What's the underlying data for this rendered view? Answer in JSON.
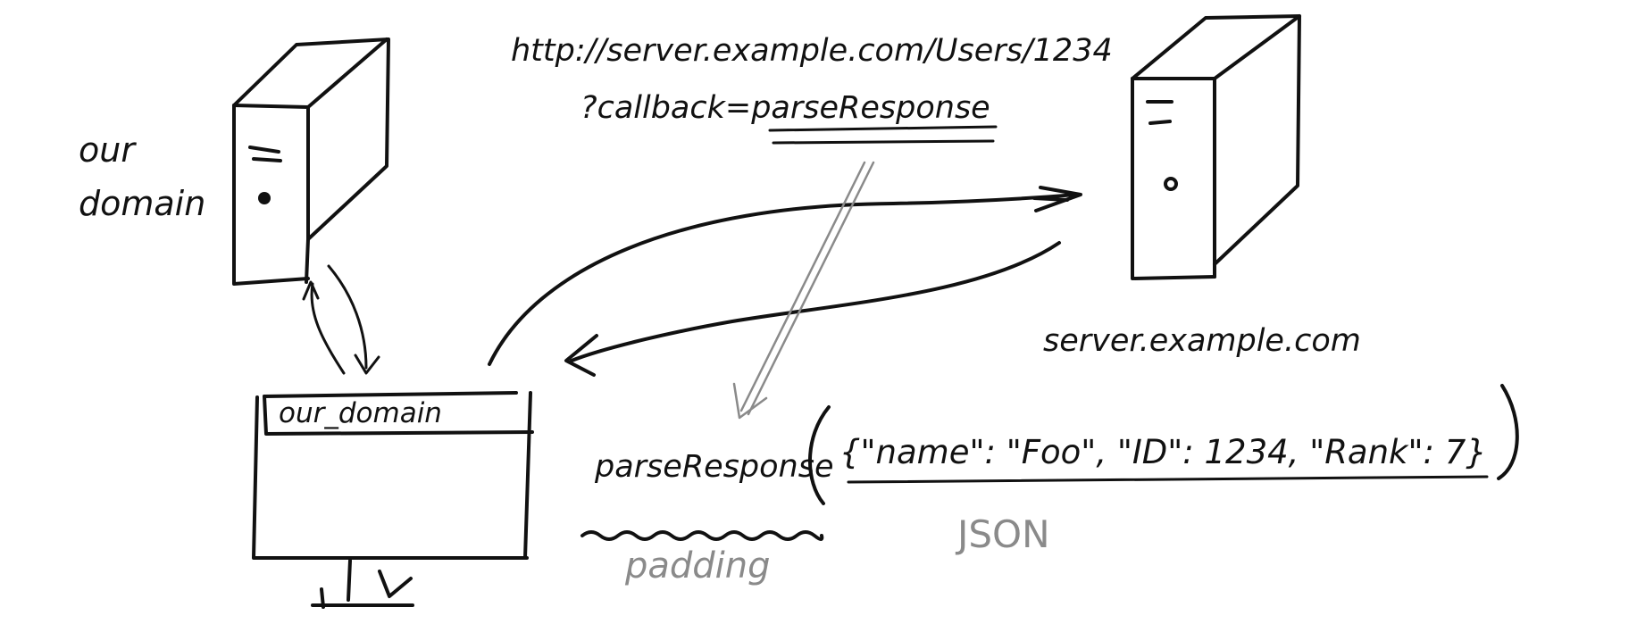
{
  "labels": {
    "our_domain_server": "our\ndomain",
    "request_url_line1": "http://server.example.com/Users/1234",
    "request_url_line2_prefix": "?callback=",
    "request_url_callback": "parseResponse",
    "remote_server": "server.example.com",
    "browser_title": "our_domain",
    "response_function": "parseResponse",
    "response_paren_open": "(",
    "response_json": "{\"name\": \"Foo\", \"ID\": 1234, \"Rank\": 7}",
    "response_paren_close": ")",
    "padding_label": "padding",
    "json_label": "JSON"
  },
  "colors": {
    "ink": "#111111",
    "annotation_grey": "#8a8a8a"
  },
  "icons": [
    "server-icon",
    "monitor-icon"
  ]
}
